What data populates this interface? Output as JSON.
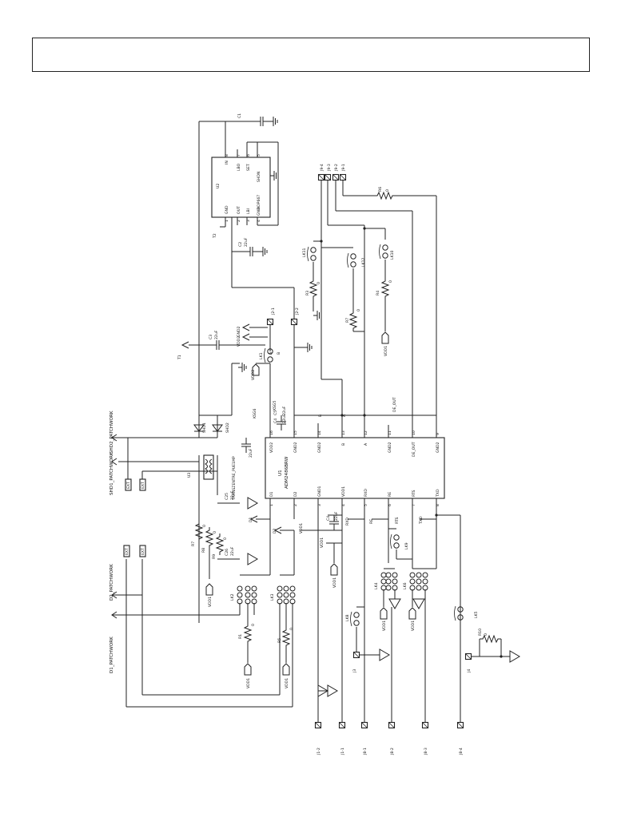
{
  "header_box": "",
  "ic_labels": {
    "u1_ref": "U1",
    "u1_part": "ADM2486BRW",
    "u2_ref": "U2",
    "u2_part": "ADP667",
    "u3_ref": "U3",
    "u3_part": "TRANSZENTRE_PUE1MP"
  },
  "u1_pins_bottom": [
    {
      "num": "16",
      "name": "VDD2"
    },
    {
      "num": "15",
      "name": "GND2"
    },
    {
      "num": "14",
      "name": "GND2"
    },
    {
      "num": "13",
      "name": "B"
    },
    {
      "num": "12",
      "name": "A"
    },
    {
      "num": "11",
      "name": "GND2"
    },
    {
      "num": "10",
      "name": "DE_OUT"
    },
    {
      "num": "9",
      "name": "GND2"
    }
  ],
  "u1_pins_top": [
    {
      "num": "1",
      "name": "D1"
    },
    {
      "num": "2",
      "name": "D2"
    },
    {
      "num": "3",
      "name": "GND1"
    },
    {
      "num": "4",
      "name": "VDD1"
    },
    {
      "num": "5",
      "name": "RXD"
    },
    {
      "num": "6",
      "name": "RE"
    },
    {
      "num": "7",
      "name": "RTS"
    },
    {
      "num": "8",
      "name": "TXD"
    }
  ],
  "u2_pins": [
    {
      "num": "1",
      "name": "GND"
    },
    {
      "num": "2",
      "name": "OUT"
    },
    {
      "num": "3",
      "name": "LBI"
    },
    {
      "num": "4",
      "name": "GND"
    },
    {
      "num": "5",
      "name": "SHDN"
    },
    {
      "num": "6",
      "name": "SET"
    },
    {
      "num": "7",
      "name": "LBO"
    },
    {
      "num": "8",
      "name": "IN"
    }
  ],
  "components": {
    "c1": "C1",
    "c2": "C2",
    "c2_val": "22uF",
    "c3": "C3",
    "c3_val": "22uF",
    "c4": "C4",
    "c4_val": "22uF",
    "c5": "C5",
    "c5_val": "22uF",
    "c25": "C25",
    "c25_val": "22uF",
    "c26": "C26",
    "c26_val": "22uF",
    "c_mid_val": "22uF",
    "r1": "R1",
    "r2": "R2",
    "r3": "R3",
    "r4": "R4",
    "r5": "R5",
    "r6": "R6",
    "r7": "R7",
    "r8": "R8",
    "r9": "R9",
    "r10": "R10",
    "r_val": "0",
    "shd1": "SHD1",
    "shd2": "SHD2",
    "lk1": "LK1",
    "lk2": "LK2",
    "lk3": "LK3",
    "lk4": "LK4",
    "lk5": "LK5",
    "lk6": "LK6",
    "lk8": "LK8",
    "lk9": "LK9",
    "lk10": "LK10",
    "lk11": "LK11",
    "lk12": "LK12",
    "jumper_a": "A",
    "jumper_b": "B"
  },
  "nets": {
    "d1_patchwork": "D1_PATCHWORK",
    "d2_patchwork": "D2_PATCHWORK",
    "shd1_patchwork": "SHD1_PATCHWORK",
    "shd2_patchwork": "SHD2_PATCHWORK",
    "vdd1": "VDD1",
    "vdd2": "VDD2",
    "gnd2": "GND2",
    "ext": "EXT",
    "d1": "D1",
    "d2": "D2",
    "rxd": "RXD",
    "re": "RE",
    "rts": "RTS",
    "txd": "TXD",
    "b": "B",
    "a": "A",
    "de_out": "DE_OUT",
    "ksg5": "KSG5",
    "ksg6": "KSG6",
    "t1": "T1",
    "t2": "T2"
  },
  "connectors": {
    "j1_1": "J1-1",
    "j1_2": "J1-2",
    "j2_1": "J2-1",
    "j2_2": "J2-2",
    "j3": "J3",
    "j4": "J4",
    "j8_1": "J8-1",
    "j8_2": "J8-2",
    "j8_3": "J8-3",
    "j8_4": "J8-4",
    "j9_1": "J9-1",
    "j9_2": "J9-2",
    "j9_3": "J9-3",
    "j9_4": "J9-4"
  }
}
